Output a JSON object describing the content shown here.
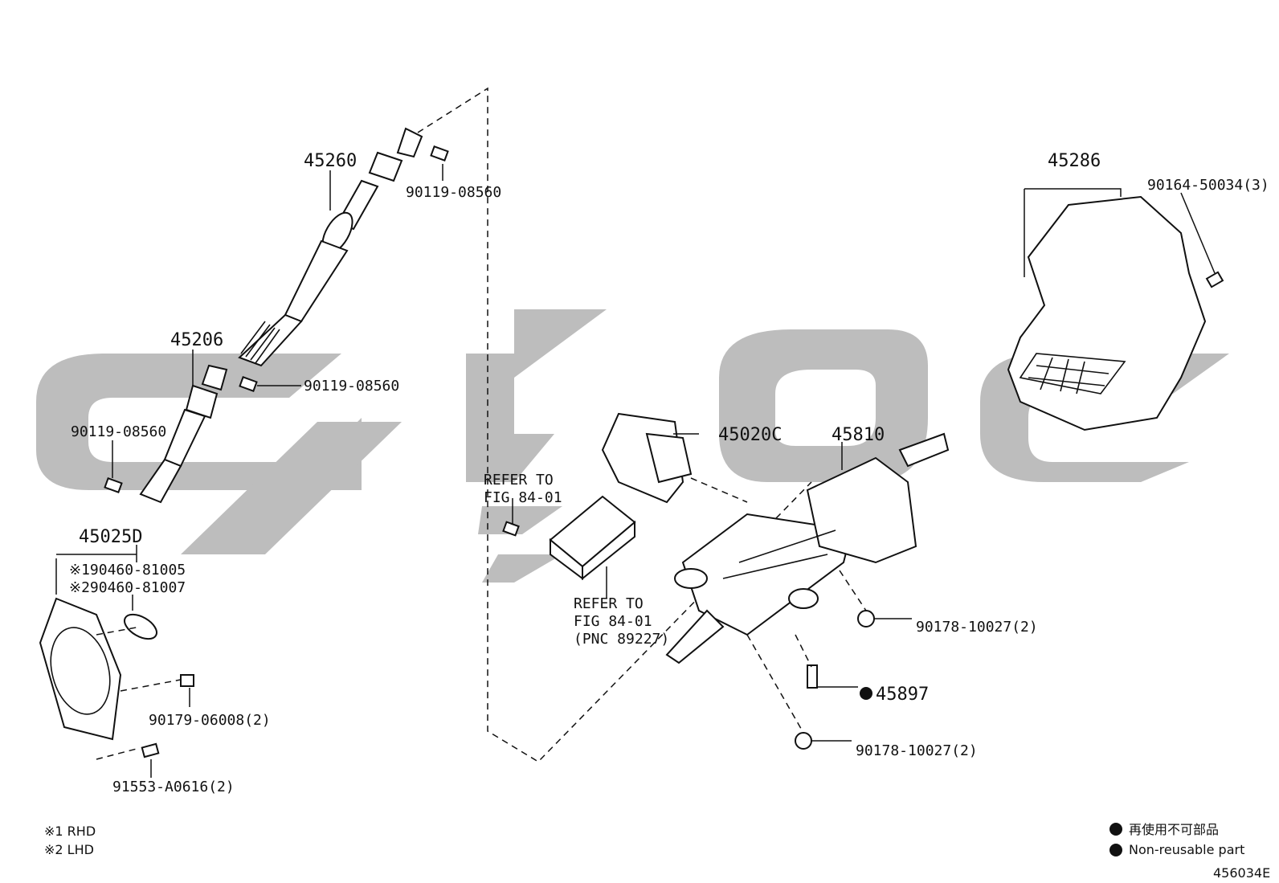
{
  "diagram": {
    "id_code": "456034E",
    "parts": {
      "p45260": "45260",
      "p45206": "45206",
      "p90119_a": "90119-08560",
      "p90119_b": "90119-08560",
      "p90119_c": "90119-08560",
      "p45025D": "45025D",
      "p90460_1": "※190460-81005",
      "p90460_2": "※290460-81007",
      "p90179": "90179-06008(2)",
      "p91553": "91553-A0616(2)",
      "p45020C": "45020C",
      "p45810": "45810",
      "p45286": "45286",
      "p90164": "90164-50034(3)",
      "p90178_a": "90178-10027(2)",
      "p90178_b": "90178-10027(2)",
      "p45897": "45897"
    },
    "refer_1": [
      "REFER TO",
      "FIG 84-01"
    ],
    "refer_2": [
      "REFER TO",
      "FIG 84-01",
      "(PNC 89227)"
    ],
    "notes": {
      "rhd": "※1 RHD",
      "lhd": "※2 LHD"
    },
    "legend": {
      "line1": "再使用不可部品",
      "line2": "Non-reusable part"
    },
    "colors": {
      "watermark": "#bdbdbd",
      "line": "#111111"
    }
  }
}
